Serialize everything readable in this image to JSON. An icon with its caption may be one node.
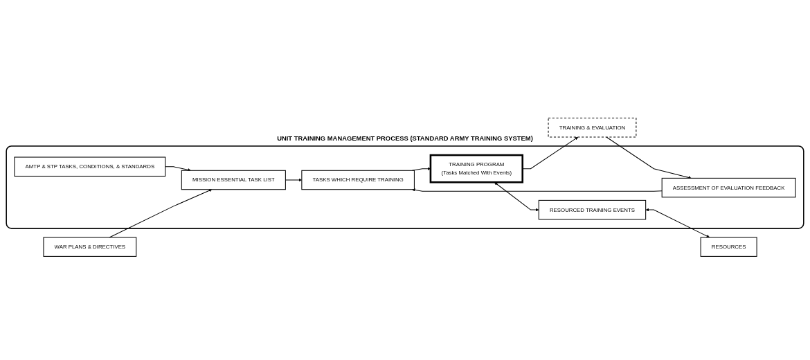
{
  "diagram": {
    "nodes": [
      {
        "text": [
          "UNIT TRAINING MANAGEMENT PROCESS (STANDARD ARMY TRAINING SYSTEM)"
        ]
      },
      {
        "text": [
          "AMTP & STP TASKS, CONDITIONS, & STANDARDS"
        ],
        "in": 0
      },
      {
        "text": [
          "MISSION ESSENTIAL TASK LIST"
        ],
        "in": 0
      },
      {
        "text": [
          "TASKS WHICH REQUIRE TRAINING"
        ],
        "in": 0
      },
      {
        "text": [
          "TRAINING PROGRAM",
          "(Tasks Matched With Events)"
        ],
        "in": 0
      },
      {
        "text": [
          "RESOURCED TRAINING EVENTS"
        ],
        "in": 0
      },
      {
        "text": [
          "ASSESSMENT OF EVALUATION FEEDBACK"
        ],
        "in": 0
      },
      {
        "text": [
          "WAR PLANS & DIRECTIVES"
        ]
      },
      {
        "text": [
          "TRAINING & EVALUATION"
        ]
      },
      {
        "text": [
          "RESOURCES"
        ]
      }
    ],
    "edges": [
      {
        "from": 1,
        "to": 2,
        "arrow": "to"
      },
      {
        "from": 7,
        "to": 2,
        "arrow": "to"
      },
      {
        "from": 2,
        "to": 3,
        "arrow": "to"
      },
      {
        "from": 6,
        "to": 3,
        "arrow": "to"
      },
      {
        "from": 3,
        "to": 4,
        "arrow": "to"
      },
      {
        "from": 4,
        "to": 5,
        "arrow": "both"
      },
      {
        "from": 4,
        "to": 8,
        "arrow": "to"
      },
      {
        "from": 8,
        "to": 6,
        "arrow": "to"
      },
      {
        "from": 5,
        "to": 9,
        "arrow": "both"
      }
    ]
  }
}
